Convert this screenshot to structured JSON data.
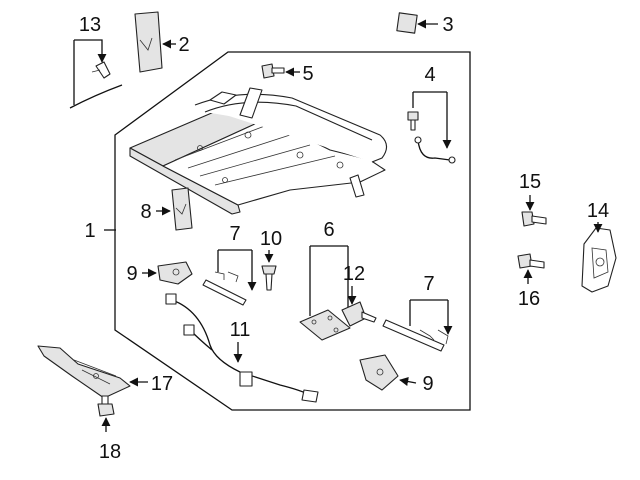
{
  "callouts": {
    "c1": "1",
    "c2": "2",
    "c3": "3",
    "c4": "4",
    "c5": "5",
    "c6": "6",
    "c7a": "7",
    "c7b": "7",
    "c8": "8",
    "c9a": "9",
    "c9b": "9",
    "c10": "10",
    "c11": "11",
    "c12": "12",
    "c13": "13",
    "c14": "14",
    "c15": "15",
    "c16": "16",
    "c17": "17",
    "c18": "18"
  }
}
